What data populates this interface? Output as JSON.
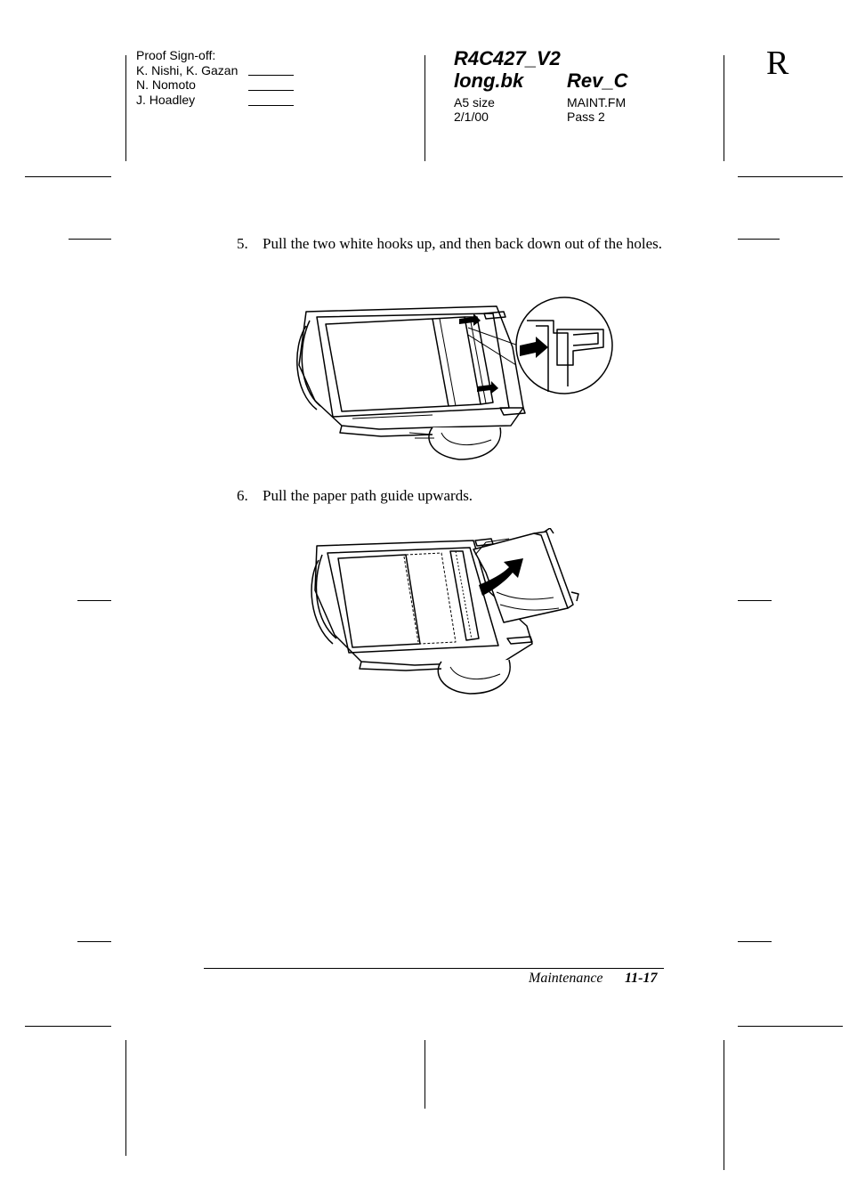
{
  "header": {
    "signoff_title": "Proof Sign-off:",
    "signoff_names": [
      "K. Nishi, K. Gazan",
      "N. Nomoto",
      "J. Hoadley"
    ],
    "doc_id": "R4C427_V2",
    "book": "long.bk",
    "revision": "Rev_C",
    "paper_size": "A5 size",
    "date": "2/1/00",
    "file": "MAINT.FM",
    "pass": "Pass 2",
    "side_mark": "R"
  },
  "steps": [
    {
      "number": "5.",
      "text": "Pull the two white hooks up, and then back down out of the holes."
    },
    {
      "number": "6.",
      "text": "Pull the paper path guide upwards."
    }
  ],
  "footer": {
    "section": "Maintenance",
    "page": "11-17"
  }
}
